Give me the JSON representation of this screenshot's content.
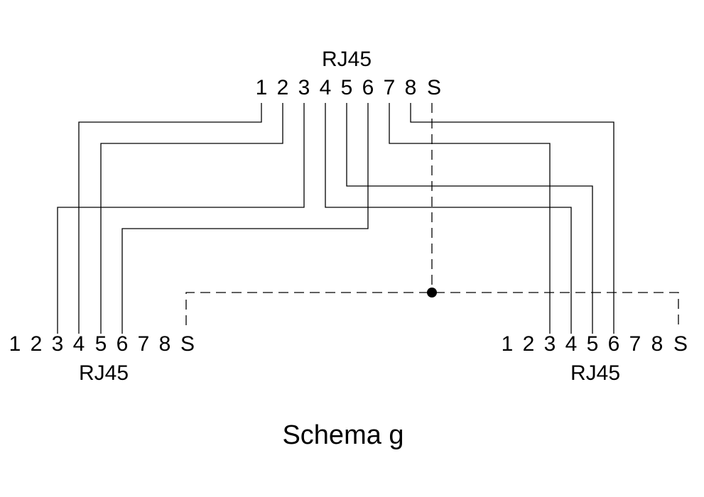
{
  "connectors": {
    "top": {
      "label": "RJ45",
      "pins": [
        "1",
        "2",
        "3",
        "4",
        "5",
        "6",
        "7",
        "8",
        "S"
      ]
    },
    "left": {
      "label": "RJ45",
      "pins": [
        "1",
        "2",
        "3",
        "4",
        "5",
        "6",
        "7",
        "8",
        "S"
      ]
    },
    "right": {
      "label": "RJ45",
      "pins": [
        "1",
        "2",
        "3",
        "4",
        "5",
        "6",
        "7",
        "8",
        "S"
      ]
    }
  },
  "title": "Schema g"
}
